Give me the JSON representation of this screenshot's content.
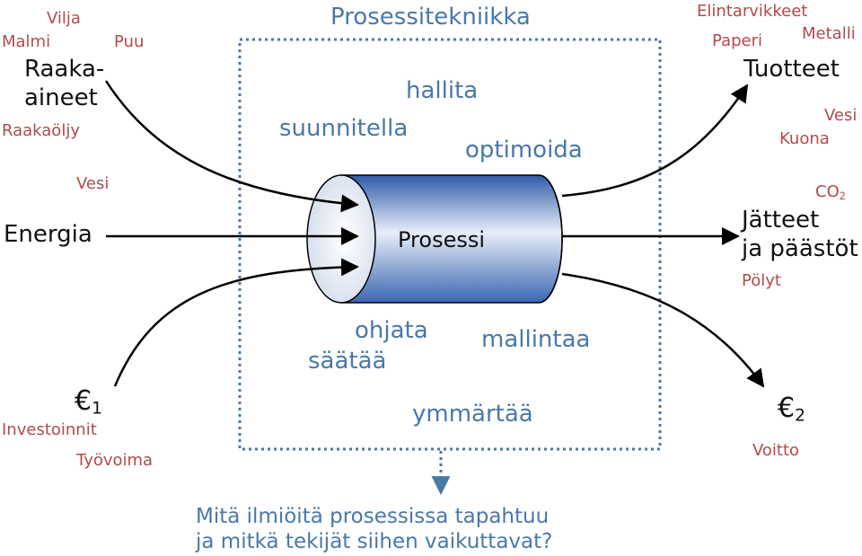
{
  "title": "Prosessitekniikka",
  "process_label": "Prosessi",
  "inputs": {
    "raw_materials": {
      "label_line1": "Raaka-",
      "label_line2": "aineet",
      "examples": [
        "Vilja",
        "Malmi",
        "Puu",
        "Raakaöljy"
      ]
    },
    "energy": {
      "label": "Energia",
      "examples": [
        "Vesi"
      ]
    },
    "money": {
      "symbol": "€",
      "subscript": "1",
      "examples": [
        "Investoinnit",
        "Työvoima"
      ]
    }
  },
  "outputs": {
    "products": {
      "label": "Tuotteet",
      "examples": [
        "Elintarvikkeet",
        "Paperi",
        "Metalli",
        "Vesi",
        "Kuona"
      ]
    },
    "waste": {
      "label_line1": "Jätteet",
      "label_line2": "ja päästöt",
      "examples_co2": "CO",
      "examples_co2_sub": "2",
      "examples": [
        "Pölyt"
      ]
    },
    "profit": {
      "symbol": "€",
      "subscript": "2",
      "examples": [
        "Voitto"
      ]
    }
  },
  "activities": {
    "top": [
      "hallita",
      "suunnitella",
      "optimoida"
    ],
    "bottom": [
      "ohjata",
      "säätää",
      "mallintaa",
      "ymmärtää"
    ]
  },
  "question": {
    "line1": "Mitä ilmiöitä prosessissa tapahtuu",
    "line2": "ja mitkä tekijät siihen vaikuttavat?"
  },
  "colors": {
    "example_text": "#b24a4a",
    "activity_text": "#4a78a8",
    "frame": "#4a78a8",
    "arrow": "#000000",
    "cylinder_light": "#e6ecf8",
    "cylinder_dark": "#3c66b4"
  }
}
